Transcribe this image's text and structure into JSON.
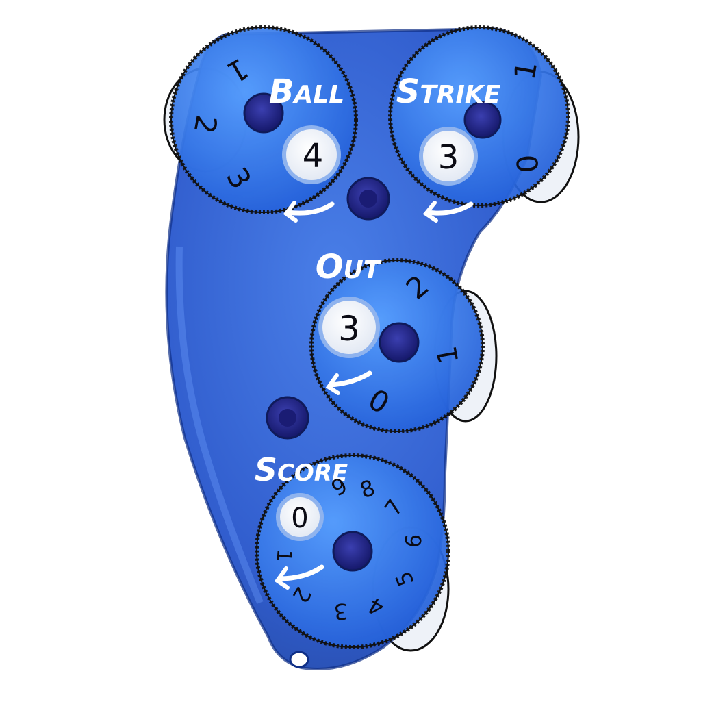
{
  "device": {
    "body_color": "#1f4fc9",
    "wheel_color": "#2a6ee8",
    "edge_color": "#111111",
    "window_color": "#f4f6fa"
  },
  "dials": [
    {
      "key": "ball",
      "label_first": "B",
      "label_rest": "ALL",
      "value": "4",
      "ring": [
        "1",
        "2",
        "3"
      ]
    },
    {
      "key": "strike",
      "label_first": "S",
      "label_rest": "TRIKE",
      "value": "3",
      "ring": [
        "1",
        "0"
      ]
    },
    {
      "key": "out",
      "label_first": "O",
      "label_rest": "UT",
      "value": "3",
      "ring": [
        "2",
        "1",
        "0"
      ]
    },
    {
      "key": "score",
      "label_first": "S",
      "label_rest": "CORE",
      "value": "0",
      "ring": [
        "9",
        "8",
        "7",
        "6",
        "5",
        "4",
        "3",
        "2",
        "1"
      ]
    }
  ]
}
